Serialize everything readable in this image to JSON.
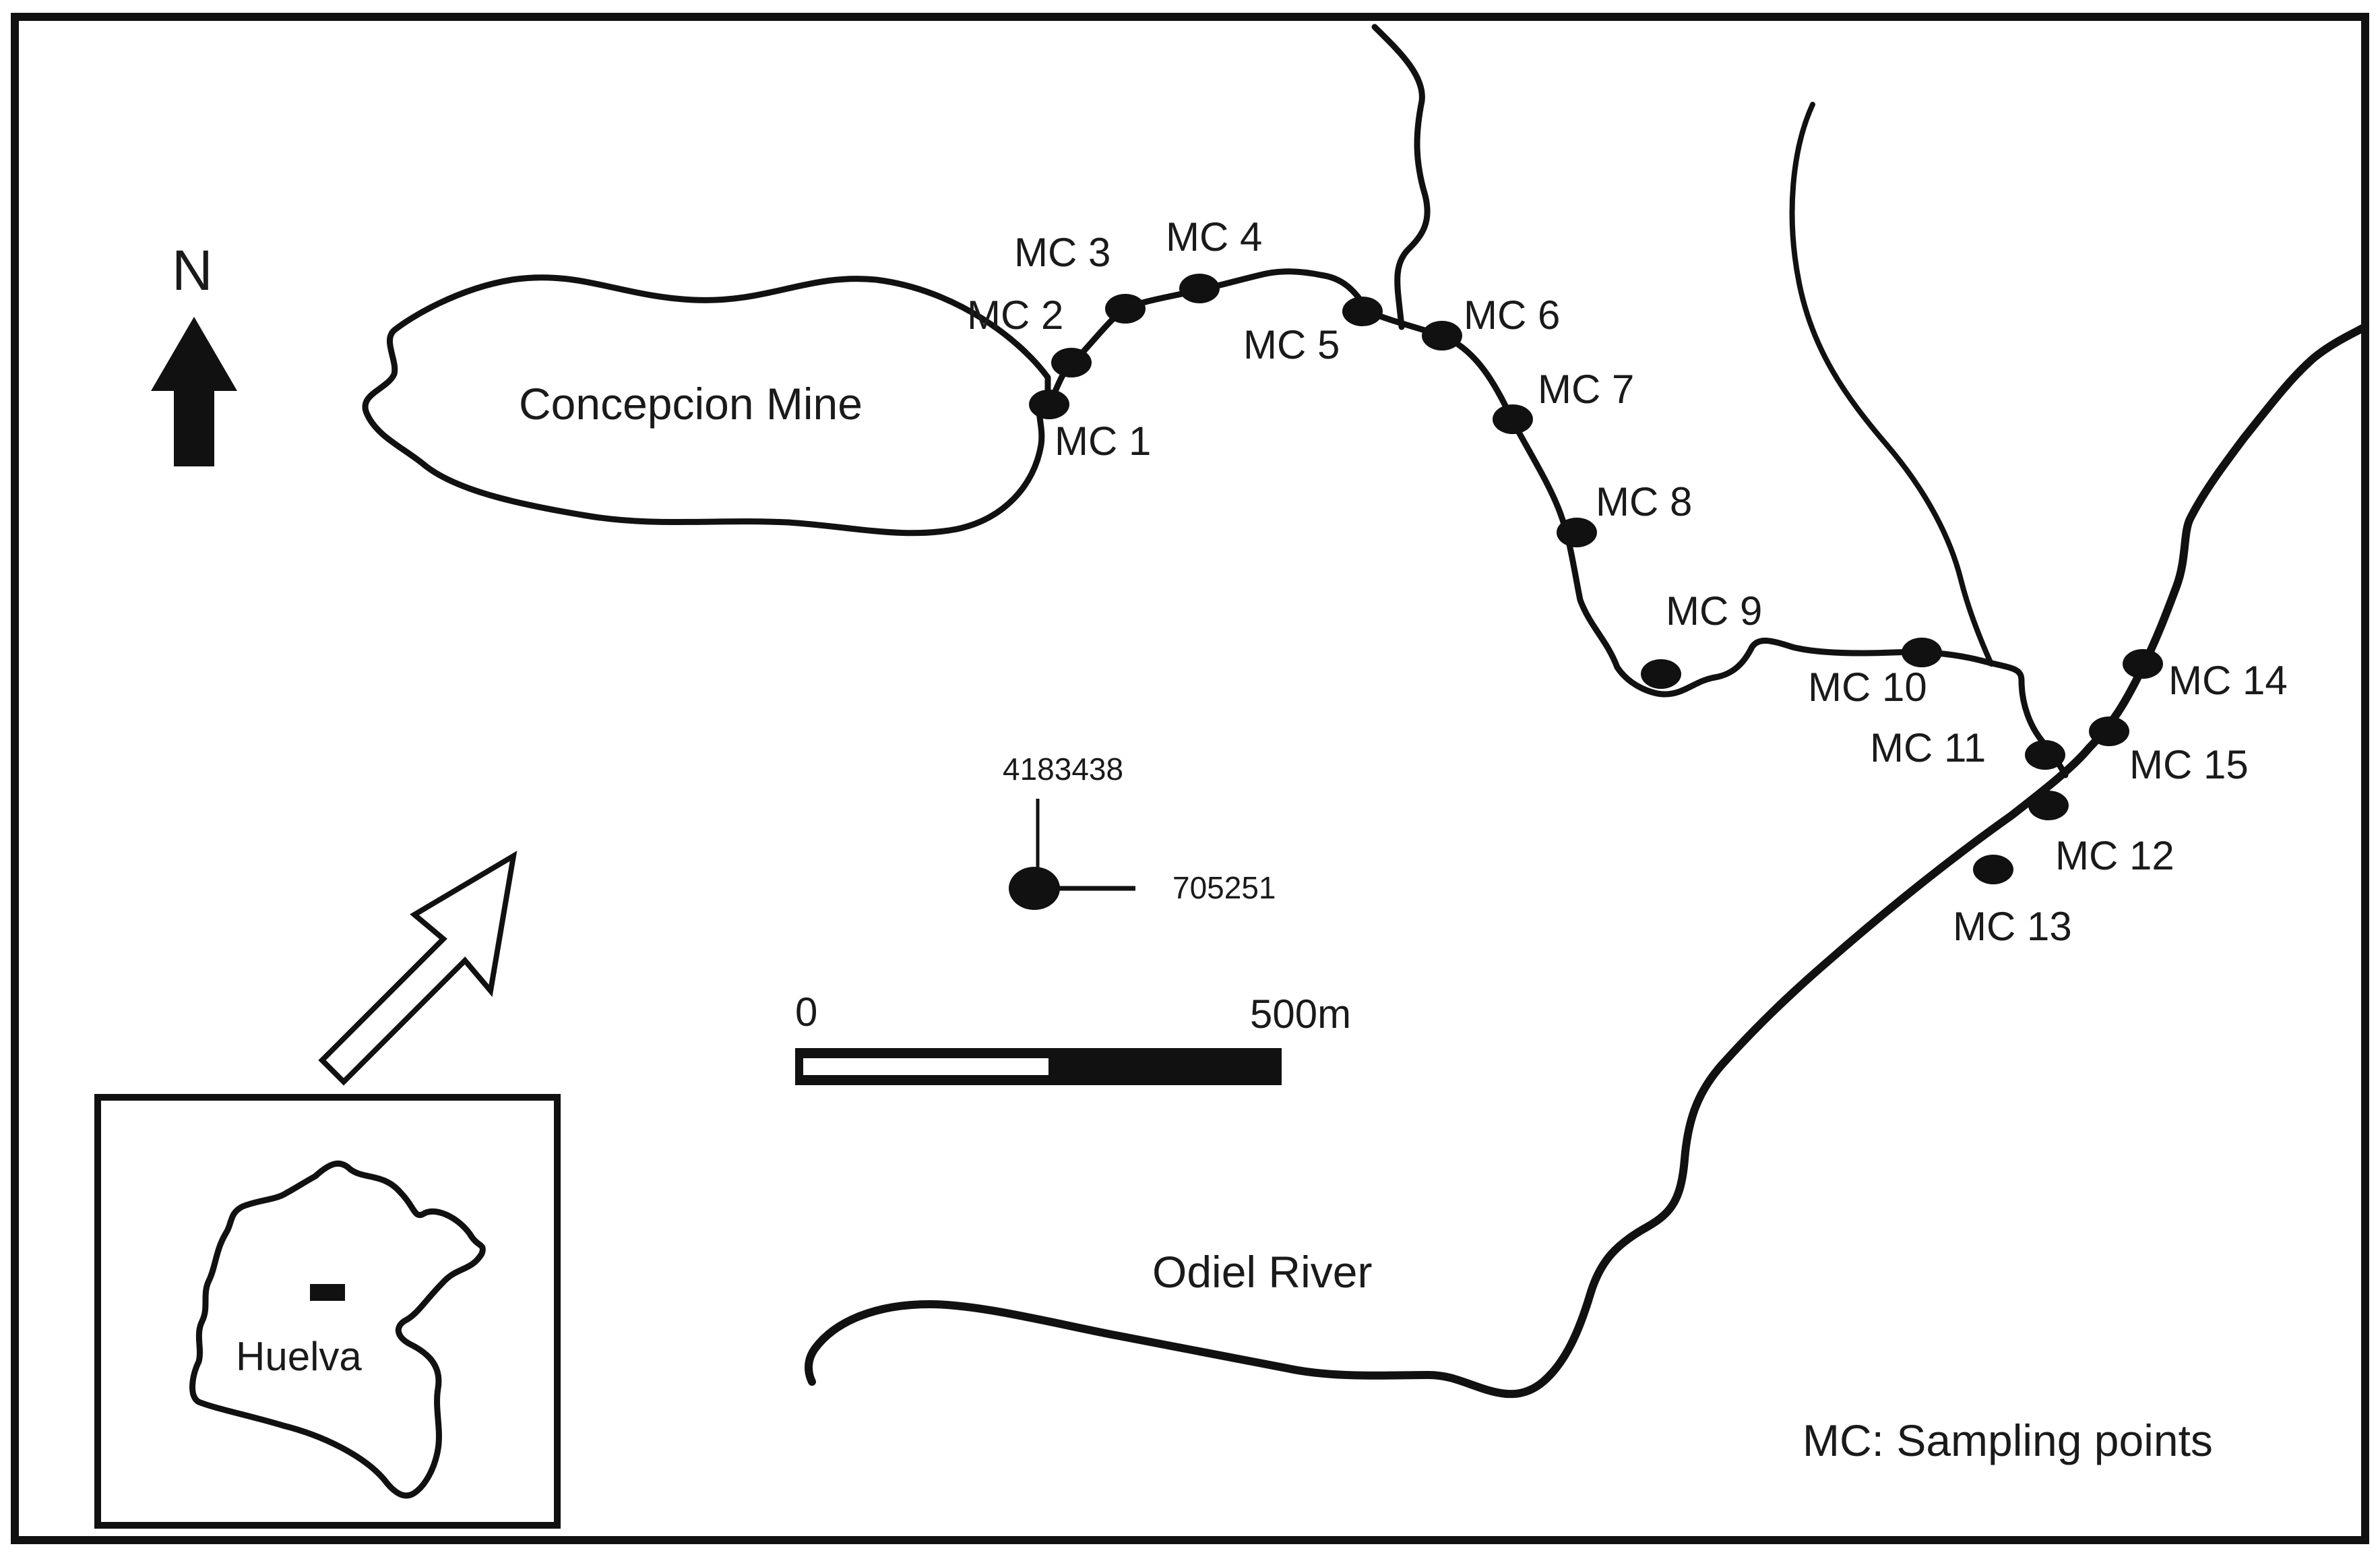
{
  "map": {
    "north_label": "N",
    "mine_label": "Concepcion Mine",
    "river_label": "Odiel River",
    "legend_text": "MC: Sampling points",
    "coordinates": {
      "northing": "4183438",
      "easting": "705251"
    },
    "scale_bar": {
      "start_label": "0",
      "end_label": "500m"
    },
    "inset_label": "Huelva",
    "sampling_points": [
      {
        "id": "MC 1"
      },
      {
        "id": "MC 2"
      },
      {
        "id": "MC 3"
      },
      {
        "id": "MC 4"
      },
      {
        "id": "MC 5"
      },
      {
        "id": "MC 6"
      },
      {
        "id": "MC 7"
      },
      {
        "id": "MC 8"
      },
      {
        "id": "MC 9"
      },
      {
        "id": "MC 10"
      },
      {
        "id": "MC 11"
      },
      {
        "id": "MC 12"
      },
      {
        "id": "MC 13"
      },
      {
        "id": "MC 14"
      },
      {
        "id": "MC 15"
      }
    ]
  }
}
